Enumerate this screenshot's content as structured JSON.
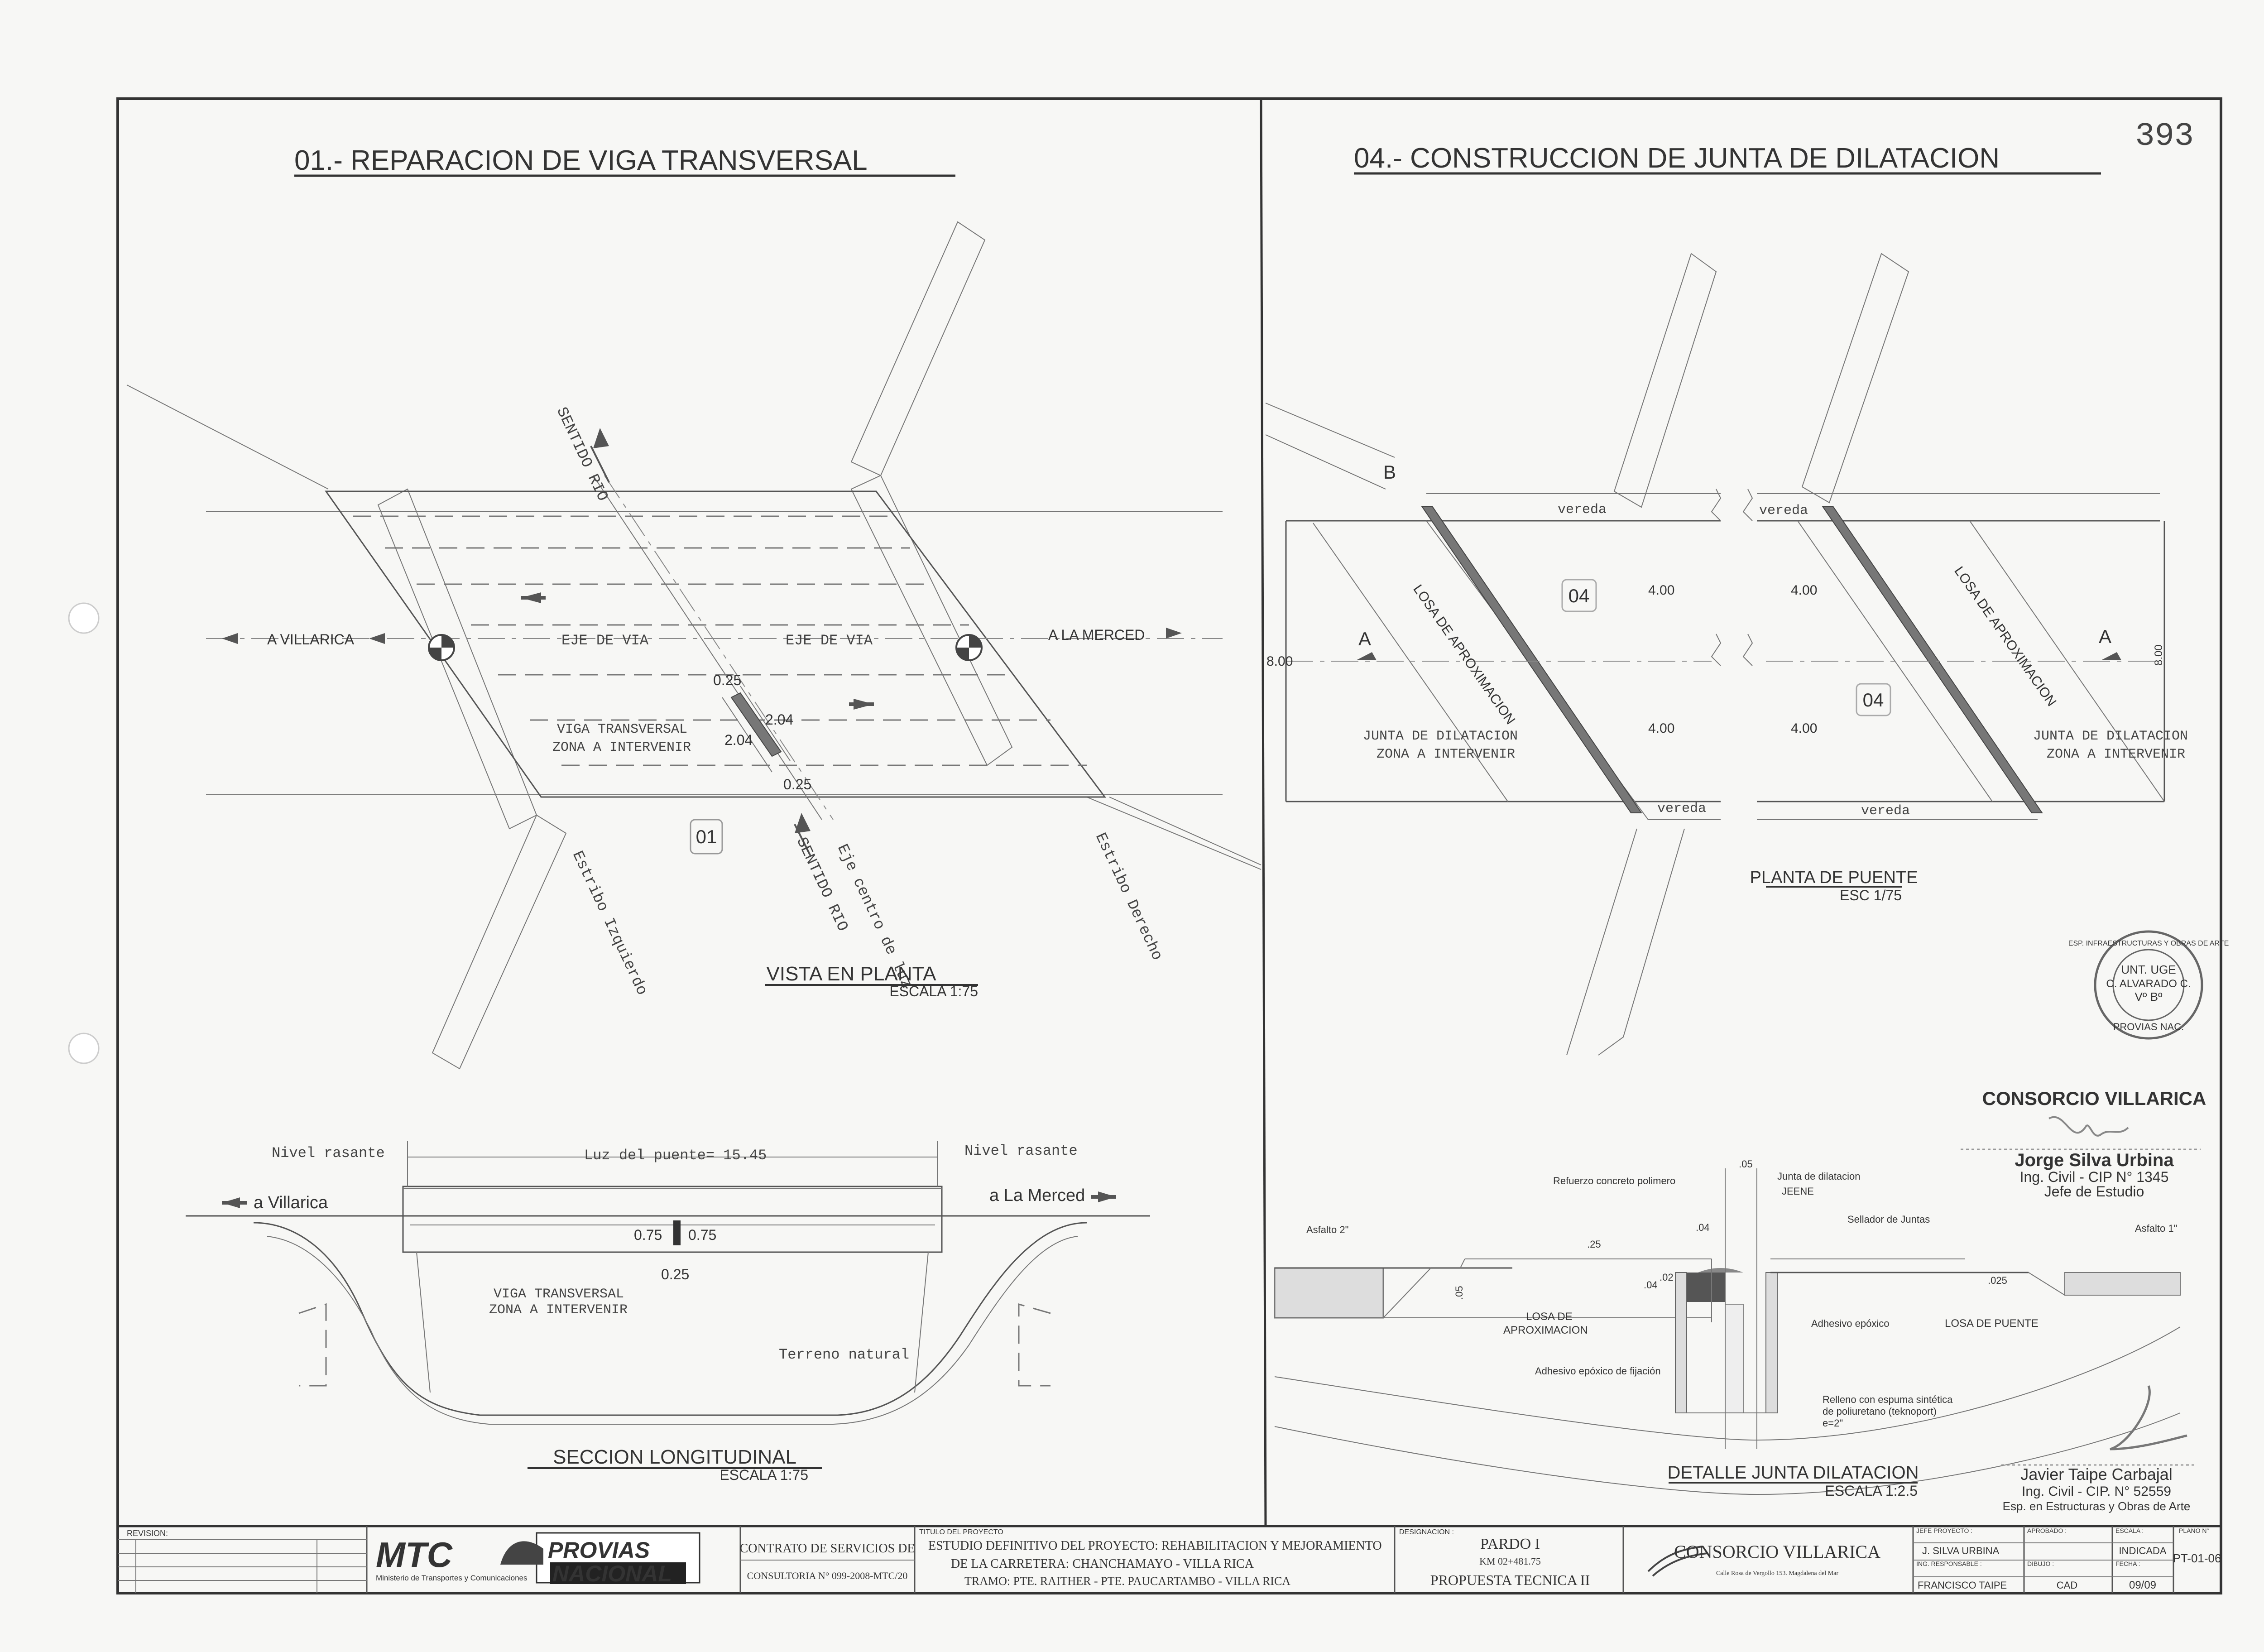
{
  "page_number": "393",
  "left_panel": {
    "title": "01.- REPARACION DE VIGA TRANSVERSAL",
    "plan": {
      "sentido_rio_top": "SENTIDO RIO",
      "sentido_rio_bottom": "SENTIDO RIO",
      "eje_centro_luz": "Eje centro de luz",
      "a_villarica": "A VILLARICA",
      "a_la_merced": "A LA MERCED",
      "eje_de_via_1": "EJE DE VIA",
      "eje_de_via_2": "EJE DE VIA",
      "dim_025_top": "0.25",
      "dim_204_a": "2.04",
      "dim_204_b": "2.04",
      "dim_025_bottom": "0.25",
      "viga_label_1": "VIGA TRANSVERSAL",
      "viga_label_2": "ZONA A INTERVENIR",
      "marker": "01",
      "estribo_izquierdo": "Estribo Izquierdo",
      "estribo_derecho": "Estribo Derecho",
      "view_title": "VISTA EN PLANTA",
      "view_scale": "ESCALA 1:75"
    },
    "section": {
      "nivel_rasante_left": "Nivel rasante",
      "nivel_rasante_right": "Nivel rasante",
      "luz_puente": "Luz del puente= 15.45",
      "a_villarica": "a Villarica",
      "a_la_merced": "a La Merced",
      "dim_075_left": "0.75",
      "dim_075_right": "0.75",
      "dim_025": "0.25",
      "viga_label_1": "VIGA TRANSVERSAL",
      "viga_label_2": "ZONA A INTERVENIR",
      "terreno": "Terreno natural",
      "view_title": "SECCION LONGITUDINAL",
      "view_scale": "ESCALA 1:75"
    }
  },
  "right_panel": {
    "title": "04.- CONSTRUCCION DE JUNTA DE DILATACION",
    "plan": {
      "b_label": "B",
      "vereda_1": "vereda",
      "vereda_2": "vereda",
      "vereda_3": "vereda",
      "vereda_4": "vereda",
      "losa_1": "LOSA DE APROXIMACION",
      "losa_2": "LOSA DE APROXIMACION",
      "marker_1": "04",
      "marker_2": "04",
      "dim_400_a": "4.00",
      "dim_400_b": "4.00",
      "dim_400_c": "4.00",
      "dim_400_d": "4.00",
      "dim_800_left": "8.00",
      "dim_800_right": "8.00",
      "a_left": "A",
      "a_right": "A",
      "junta_left_1": "JUNTA DE DILATACION",
      "junta_left_2": "ZONA A INTERVENIR",
      "junta_right_1": "JUNTA DE DILATACION",
      "junta_right_2": "ZONA A INTERVENIR",
      "view_title": "PLANTA DE PUENTE",
      "view_scale": "ESC 1/75"
    },
    "detail": {
      "dim_05_top": ".05",
      "refuerzo": "Refuerzo concreto polimero",
      "junta_dilatacion": "Junta de dilatacion",
      "jeene": "JEENE",
      "sellador": "Sellador de Juntas",
      "asfalto_2": "Asfalto 2\"",
      "asfalto_1": "Asfalto 1\"",
      "dim_04_a": ".04",
      "dim_25": ".25",
      "dim_02": ".02",
      "dim_04_b": ".04",
      "dim_05_side": ".05",
      "dim_025": ".025",
      "losa_aprox_1": "LOSA DE",
      "losa_aprox_2": "APROXIMACION",
      "adhesivo_epoxico": "Adhesivo epóxico",
      "losa_puente": "LOSA DE PUENTE",
      "adhesivo_fijacion": "Adhesivo epóxico de fijación",
      "relleno_1": "Relleno con espuma sintética",
      "relleno_2": "de poliuretano (teknoport)",
      "relleno_3": "e=2\"",
      "view_title": "DETALLE JUNTA DILATACION",
      "view_scale": "ESCALA 1:2.5"
    },
    "stamp": {
      "line1": "ESP. INFRAESTRUCTURAS Y OBRAS DE ARTE",
      "line2": "UNT. UGE",
      "line3": "C. ALVARADO C.",
      "line4": "Vº Bº",
      "line5": "PROVIAS NAC."
    },
    "signature_1": {
      "company": "CONSORCIO VILLARICA",
      "name": "Jorge Silva Urbina",
      "cip": "Ing. Civil - CIP N° 1345",
      "role": "Jefe de Estudio"
    },
    "signature_2": {
      "name": "Javier Taipe Carbajal",
      "cip": "Ing. Civil - CIP. N° 52559",
      "role": "Esp. en Estructuras y Obras de Arte"
    }
  },
  "title_block": {
    "revision": "REVISION:",
    "mtc": "MTC",
    "mtc_sub": "Ministerio de Transportes y Comunicaciones",
    "provias_1": "PROVIAS",
    "provias_2": "NACIONAL",
    "contrato_1": "CONTRATO DE SERVICIOS DE",
    "contrato_2": "CONSULTORIA N° 099-2008-MTC/20",
    "titulo_label": "TITULO DEL PROYECTO",
    "titulo_1": "ESTUDIO DEFINITIVO DEL PROYECTO: REHABILITACION Y MEJORAMIENTO",
    "titulo_2": "DE LA CARRETERA: CHANCHAMAYO - VILLA RICA",
    "titulo_3": "TRAMO: PTE. RAITHER - PTE. PAUCARTAMBO - VILLA RICA",
    "designacion_label": "DESIGNACION :",
    "designacion_1": "PARDO I",
    "designacion_2": "KM 02+481.75",
    "designacion_3": "PROPUESTA TECNICA II",
    "consorcio": "CONSORCIO VILLARICA",
    "consorcio_addr": "Calle Rosa de Vergollo 153. Magdalena del Mar",
    "jefe_label": "JEFE PROYECTO :",
    "jefe": "J. SILVA URBINA",
    "resp_label": "ING. RESPONSABLE :",
    "resp": "FRANCISCO TAIPE",
    "aprobado_label": "APROBADO :",
    "dibujo_label": "DIBUJO :",
    "dibujo": "CAD",
    "escala_label": "ESCALA :",
    "escala": "INDICADA",
    "fecha_label": "FECHA :",
    "fecha": "09/09",
    "plano_label": "PLANO N°",
    "plano": "PT-01-06"
  }
}
